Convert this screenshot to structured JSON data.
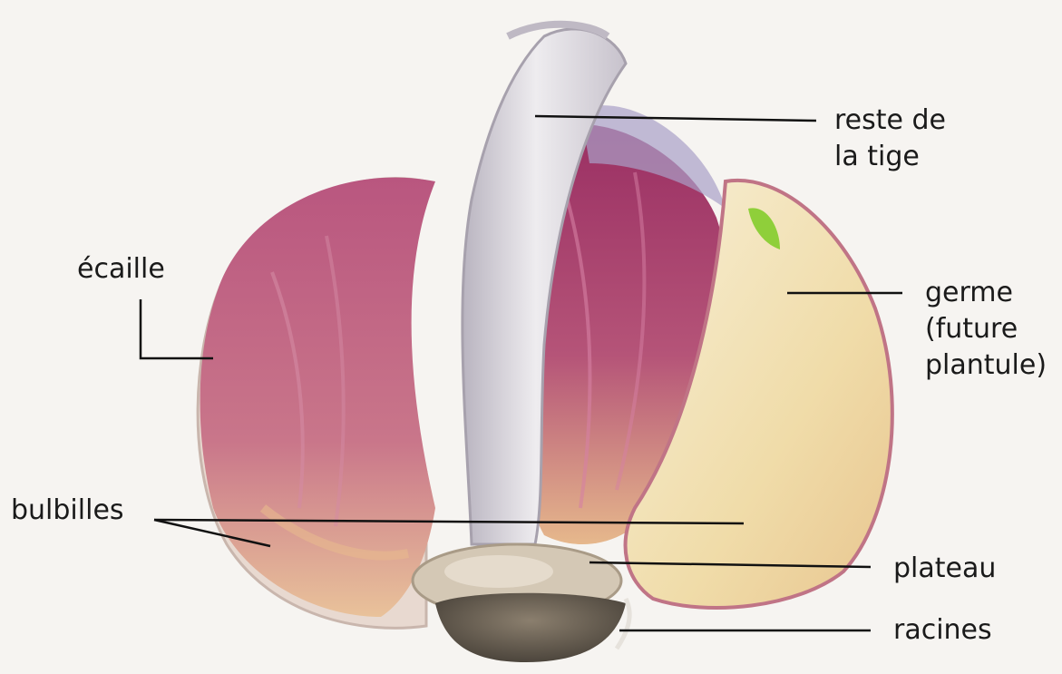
{
  "labels": {
    "tige_line1": "reste de",
    "tige_line2": "la tige",
    "ecaille": "écaille",
    "germe_line1": "germe",
    "germe_line2": "(future",
    "germe_line3": "plantule)",
    "bulbilles": "bulbilles",
    "plateau": "plateau",
    "racines": "racines"
  },
  "colors": {
    "background": "#f6f4f1",
    "clove_purple": "#a8456f",
    "clove_inner": "#e7b98e",
    "cut_clove": "#f2e2b8",
    "stem": "#d9d6dd",
    "skin": "#e6d6cf",
    "plate": "#cbbfae",
    "roots": "#6e6457",
    "germ": "#8fcf3a",
    "leader_line": "#111111"
  },
  "icons": [
    "garlic-bulb-illustration"
  ]
}
